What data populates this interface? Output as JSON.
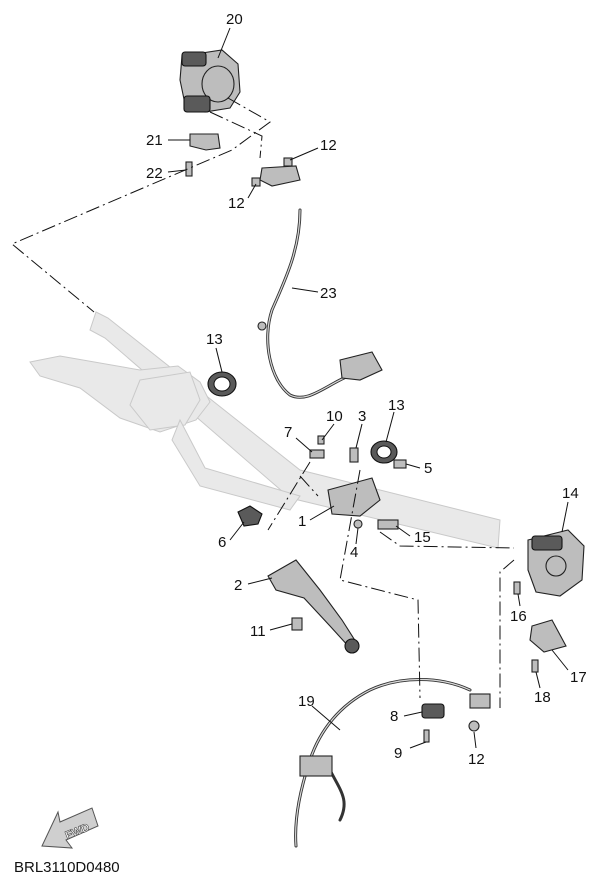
{
  "diagram": {
    "code": "BRL3110D0480",
    "fwd_label": "FWD",
    "callouts": {
      "c1": "1",
      "c2": "2",
      "c3": "3",
      "c4": "4",
      "c5": "5",
      "c6": "6",
      "c7": "7",
      "c8": "8",
      "c9": "9",
      "c10": "10",
      "c11": "11",
      "c12a": "12",
      "c12b": "12",
      "c12c": "12",
      "c13a": "13",
      "c13b": "13",
      "c14": "14",
      "c15": "15",
      "c16": "16",
      "c17": "17",
      "c18": "18",
      "c19": "19",
      "c20": "20",
      "c21": "21",
      "c22": "22",
      "c23": "23"
    }
  }
}
